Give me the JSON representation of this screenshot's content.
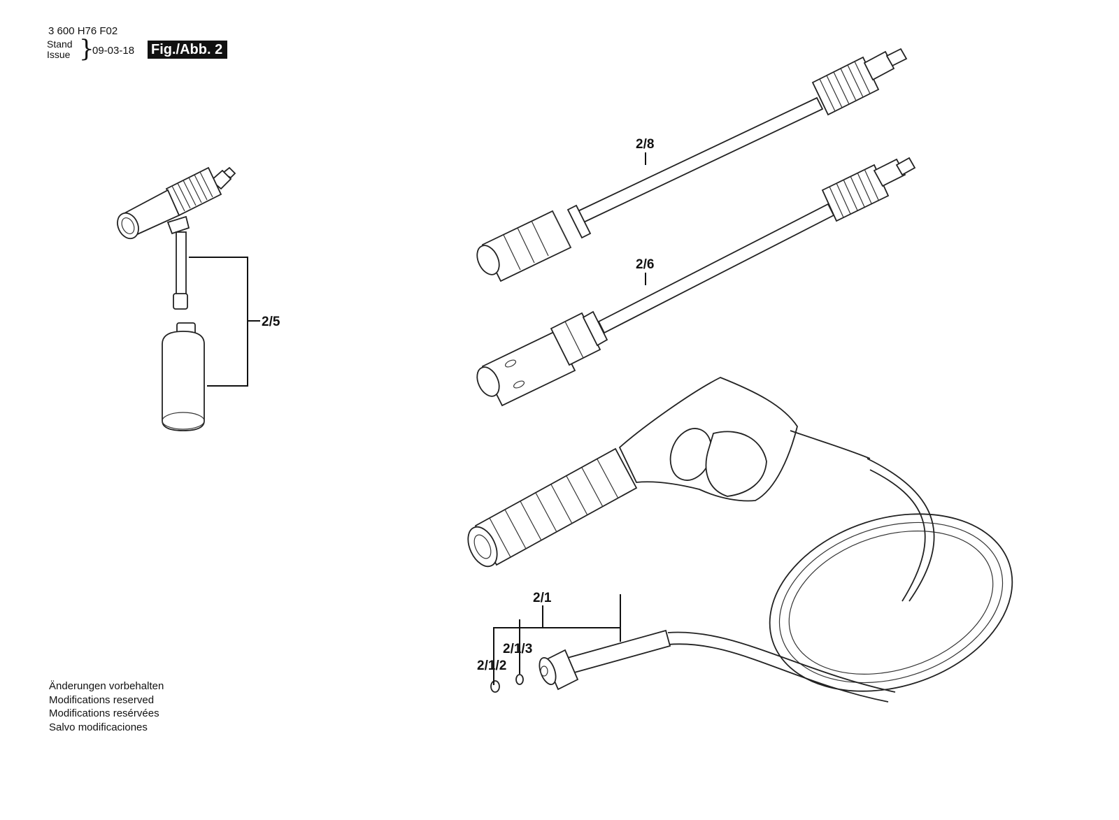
{
  "header": {
    "doc_number": "3 600 H76 F02",
    "stand_label": "Stand",
    "issue_label": "Issue",
    "brace": "}",
    "date": "09-03-18",
    "figure_label": "Fig./Abb. 2"
  },
  "notes": [
    "Änderungen vorbehalten",
    "Modifications reserved",
    "Modifications resérvées",
    "Salvo modificaciones"
  ],
  "part_labels": {
    "p2_5": "2/5",
    "p2_8": "2/8",
    "p2_6": "2/6",
    "p2_1": "2/1",
    "p2_1_3": "2/1/3",
    "p2_1_2": "2/1/2"
  }
}
